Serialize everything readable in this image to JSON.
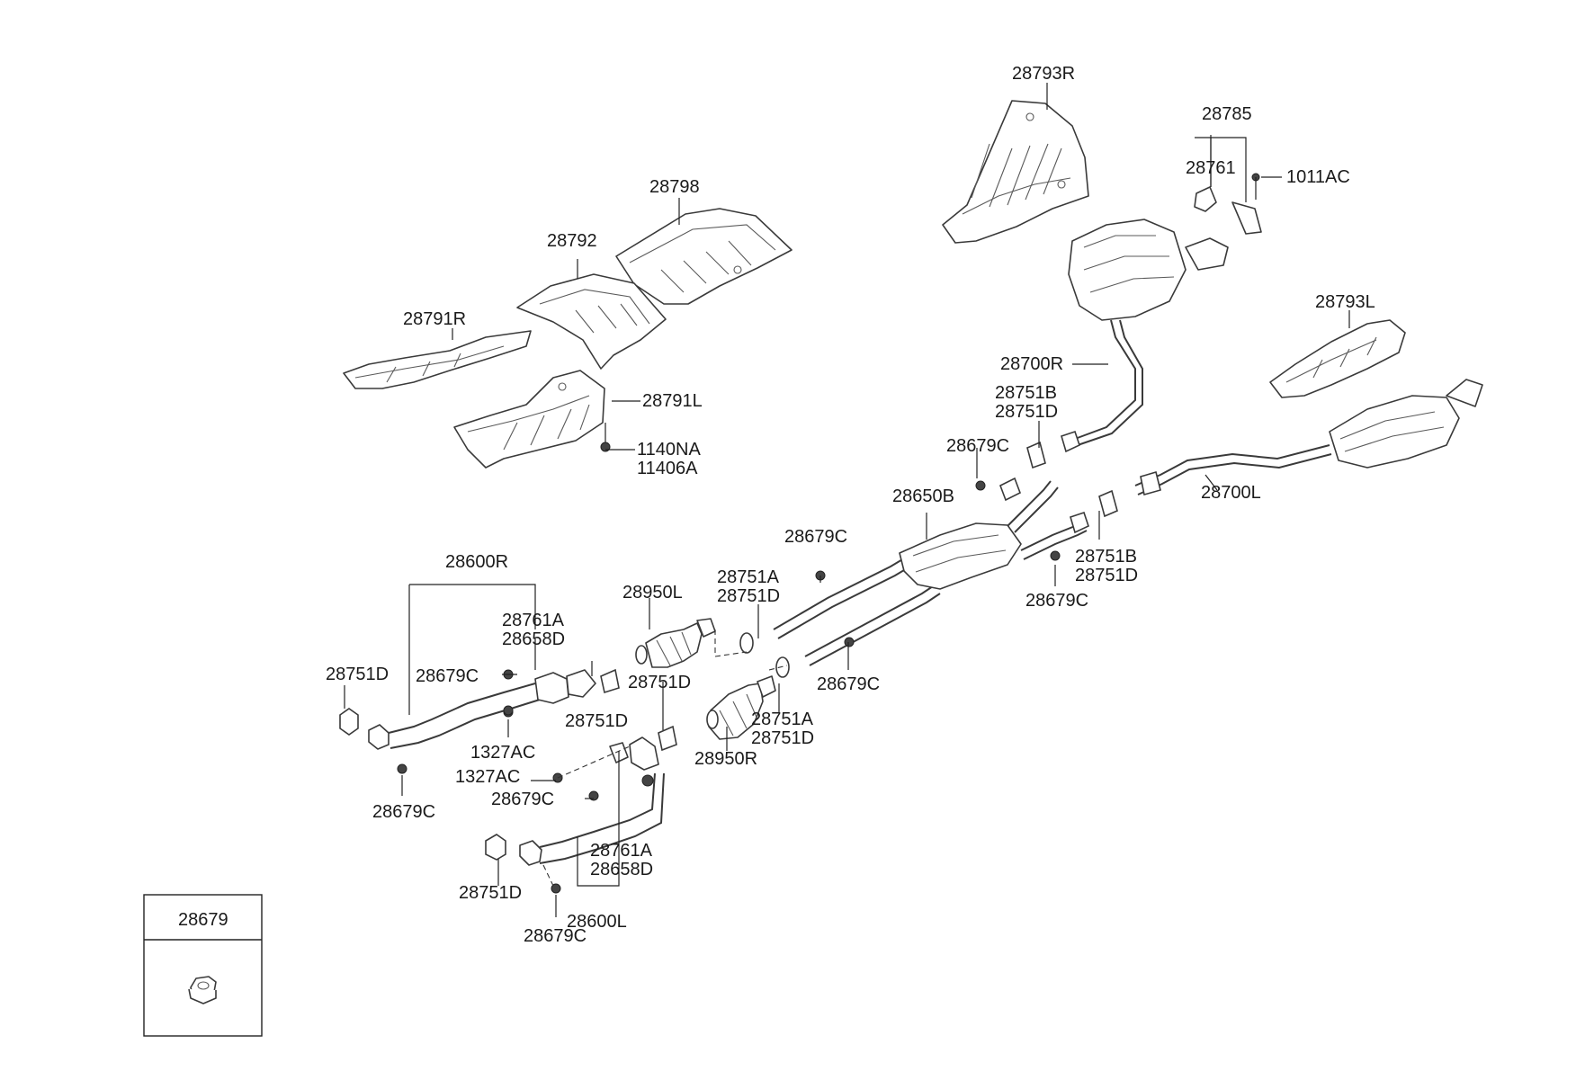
{
  "labels": {
    "l_28793R": "28793R",
    "l_28785": "28785",
    "l_28761": "28761",
    "l_1011AC": "1011AC",
    "l_28798": "28798",
    "l_28792": "28792",
    "l_28791R": "28791R",
    "l_28791L": "28791L",
    "l_1140NA": "1140NA",
    "l_11406A": "11406A",
    "l_28793L": "28793L",
    "l_28700R": "28700R",
    "l_28751B_a": "28751B",
    "l_28751D_a": "28751D",
    "l_28679C_a": "28679C",
    "l_28650B": "28650B",
    "l_28700L": "28700L",
    "l_28751B_b": "28751B",
    "l_28751D_b": "28751D",
    "l_28679C_b": "28679C",
    "l_28679C_c": "28679C",
    "l_28751A_a": "28751A",
    "l_28751D_c": "28751D",
    "l_28950L": "28950L",
    "l_28600R": "28600R",
    "l_28761A_a": "28761A",
    "l_28658D_a": "28658D",
    "l_28751D_d": "28751D",
    "l_28679C_d": "28679C",
    "l_28751D_e": "28751D",
    "l_28679C_e": "28679C",
    "l_28751A_b": "28751A",
    "l_28751D_f": "28751D",
    "l_28950R": "28950R",
    "l_28751D_g": "28751D",
    "l_1327AC_a": "1327AC",
    "l_1327AC_b": "1327AC",
    "l_28679C_f": "28679C",
    "l_28679C_g": "28679C",
    "l_28761A_b": "28761A",
    "l_28658D_b": "28658D",
    "l_28751D_h": "28751D",
    "l_28600L": "28600L",
    "l_28679C_h": "28679C"
  },
  "legend_box": {
    "part_number": "28679",
    "icon": "hex-flange-nut-icon"
  }
}
